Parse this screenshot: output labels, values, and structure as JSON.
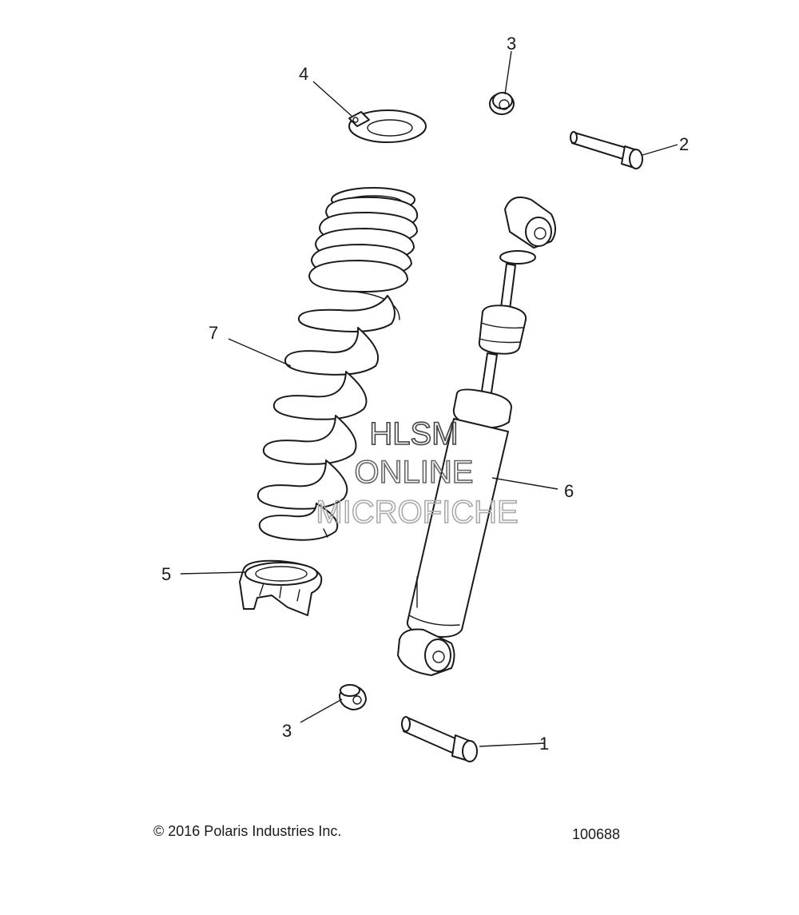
{
  "callouts": [
    {
      "id": "1",
      "label": "1"
    },
    {
      "id": "2",
      "label": "2"
    },
    {
      "id": "3a",
      "label": "3"
    },
    {
      "id": "3b",
      "label": "3"
    },
    {
      "id": "4",
      "label": "4"
    },
    {
      "id": "5",
      "label": "5"
    },
    {
      "id": "6",
      "label": "6"
    },
    {
      "id": "7",
      "label": "7"
    }
  ],
  "watermark": {
    "line1": "HLSM",
    "line2": "ONLINE",
    "line3": "MICROFICHE"
  },
  "footer": {
    "copyright": "© 2016 Polaris Industries Inc.",
    "figure_number": "100688"
  }
}
